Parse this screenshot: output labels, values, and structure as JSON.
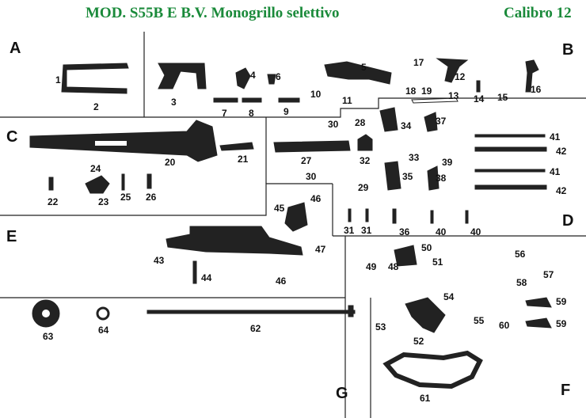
{
  "header": {
    "title": "MOD. S55B E B.V. Monogrillo selettivo",
    "calibro": "Calibro 12",
    "accent": "#1a8a3a"
  },
  "sections": [
    "A",
    "B",
    "C",
    "D",
    "E",
    "F",
    "G"
  ],
  "parts": {
    "p1": "1",
    "p2": "2",
    "p3": "3",
    "p4": "4",
    "p5": "5",
    "p6": "6",
    "p7": "7",
    "p8": "8",
    "p9": "9",
    "p10": "10",
    "p11": "11",
    "p12": "12",
    "p13": "13",
    "p14": "14",
    "p15": "15",
    "p16": "16",
    "p17": "17",
    "p18": "18",
    "p19": "19",
    "p20": "20",
    "p21": "21",
    "p22": "22",
    "p23": "23",
    "p24": "24",
    "p25": "25",
    "p26": "26",
    "p27": "27",
    "p28": "28",
    "p29": "29",
    "p30a": "30",
    "p30b": "30",
    "p31a": "31",
    "p31b": "31",
    "p32": "32",
    "p33": "33",
    "p34": "34",
    "p35": "35",
    "p36": "36",
    "p37": "37",
    "p38": "38",
    "p39": "39",
    "p40a": "40",
    "p40b": "40",
    "p41a": "41",
    "p41b": "41",
    "p42a": "42",
    "p42b": "42",
    "p43": "43",
    "p44": "44",
    "p45": "45",
    "p46a": "46",
    "p46b": "46",
    "p47": "47",
    "p48": "48",
    "p49": "49",
    "p50": "50",
    "p51": "51",
    "p52": "52",
    "p53": "53",
    "p54": "54",
    "p55": "55",
    "p56": "56",
    "p57": "57",
    "p58": "58",
    "p59a": "59",
    "p59b": "59",
    "p60": "60",
    "p61": "61",
    "p62": "62",
    "p63": "63",
    "p64": "64"
  }
}
